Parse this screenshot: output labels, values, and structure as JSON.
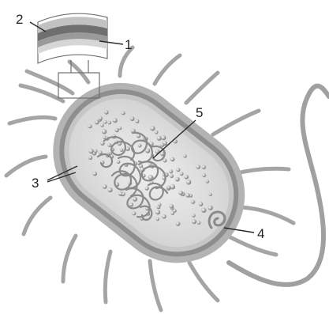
{
  "diagram": {
    "labels": {
      "label_1": "1",
      "label_2": "2",
      "label_3": "3",
      "label_4": "4",
      "label_5": "5"
    }
  }
}
